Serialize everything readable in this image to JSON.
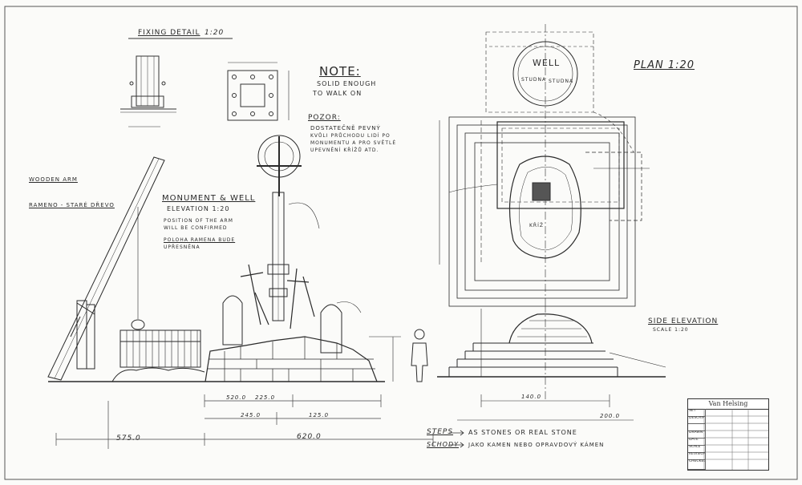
{
  "labels": {
    "fixing_detail": "FIXING DETAIL",
    "fixing_scale": "1:20",
    "note_title": "NOTE:",
    "note_line1": "SOLID ENOUGH",
    "note_line2": "TO WALK ON",
    "pozor_title": "POZOR:",
    "pozor_line1": "DOSTATEČNĚ PEVNÝ",
    "pozor_line2": "KVŮLI PRŮCHODU LIDÍ PO",
    "pozor_line3": "MONUMENTU A PRO SVĚTLÉ",
    "pozor_line4": "UPEVNĚNÍ KŘÍŽŮ ATD.",
    "wooden_arm": "WOODEN ARM",
    "wooden_arm_cz": "RAMENO - STARÉ DŘEVO",
    "monument_title": "MONUMENT & WELL",
    "monument_subtitle": "ELEVATION  1:20",
    "arm_note1": "POSITION OF THE ARM",
    "arm_note2": "WILL BE CONFIRMED",
    "arm_note3": "POLOHA RAMENA BUDE",
    "arm_note4": "UPŘESNĚNA",
    "well_label": "WELL",
    "well_cz1": "STUDNA",
    "well_cz2": "STUDNA",
    "plan_title": "PLAN 1:20",
    "cross_label": "KŘÍŽ",
    "side_elevation": "SIDE ELEVATION",
    "side_scale": "SCALE 1:20",
    "steps_label": "STEPS",
    "steps_text": "AS STONES OR REAL STONE",
    "schody_label": "SCHODY",
    "schody_text": "JAKO KAMEN NEBO OPRAVDOVÝ KÁMEN",
    "dim_575": "575.0",
    "dim_620": "620.0",
    "dim_520": "520.0",
    "dim_225": "225.0",
    "dim_245": "245.0",
    "dim_125": "125.0",
    "dim_140": "140.0",
    "dim_200": "200.0"
  },
  "title_block": {
    "brand": "Van Helsing",
    "rows": [
      "SET",
      "DESCRIPTION",
      "",
      "DRAWN",
      "DATE",
      "SCALE",
      "REVISION",
      "CHECKED"
    ]
  }
}
